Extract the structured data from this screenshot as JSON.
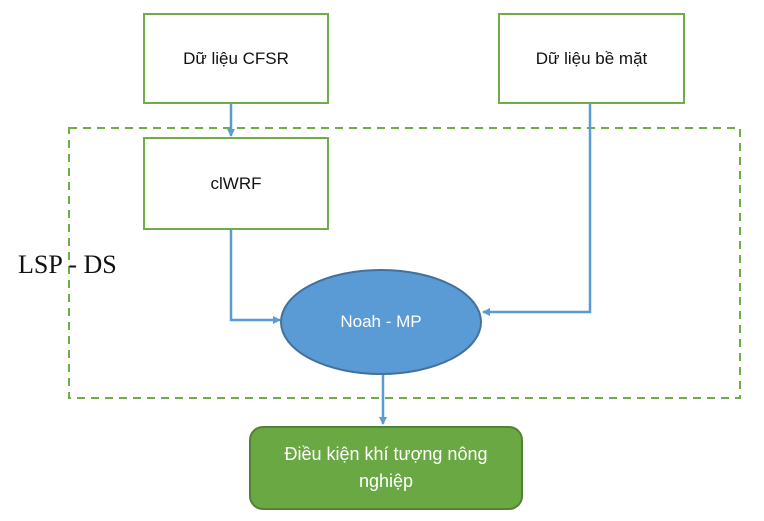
{
  "diagram": {
    "nodes": {
      "cfsr": {
        "label": "Dữ liệu CFSR"
      },
      "surface": {
        "label": "Dữ liệu bề mặt"
      },
      "clwrf": {
        "label": "clWRF"
      },
      "noah": {
        "label": "Noah - MP"
      },
      "output": {
        "label": "Điều kiện khí tượng nông nghiệp"
      }
    },
    "group": {
      "label": "LSP - DS"
    },
    "edges": [
      {
        "from": "Dữ liệu CFSR",
        "to": "clWRF"
      },
      {
        "from": "clWRF",
        "to": "Noah - MP"
      },
      {
        "from": "Dữ liệu bề mặt",
        "to": "Noah - MP"
      },
      {
        "from": "Noah - MP",
        "to": "Điều kiện khí tượng nông nghiệp"
      }
    ],
    "colors": {
      "box_border": "#70ad47",
      "group_border": "#70ad47",
      "connector": "#5b9bd5",
      "ellipse_fill": "#5b9bd5",
      "output_fill": "#6aa843"
    }
  }
}
